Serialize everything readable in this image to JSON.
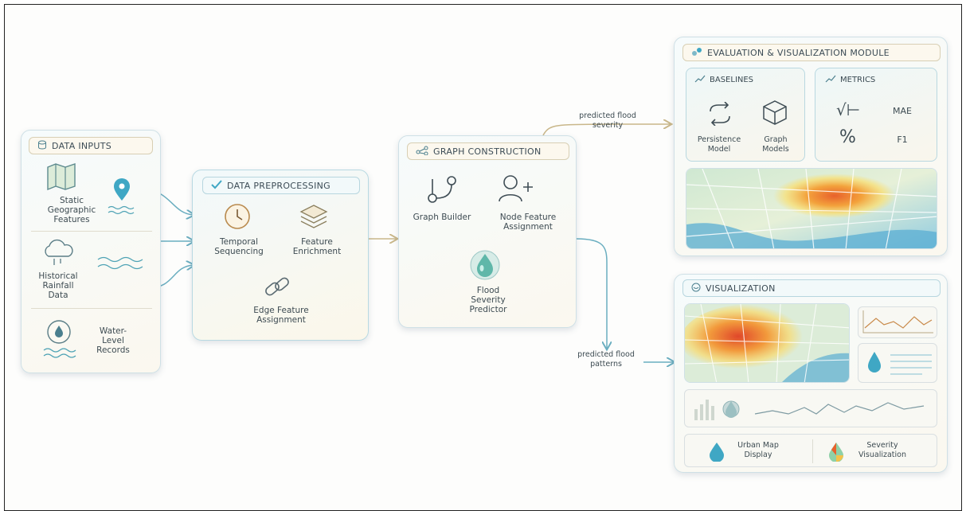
{
  "data_inputs": {
    "title": "DATA INPUTS",
    "items": [
      {
        "label": "Static\nGeographic\nFeatures"
      },
      {
        "label": "Historical\nRainfall\nData"
      },
      {
        "label": "Water-\nLevel\nRecords"
      }
    ]
  },
  "preprocessing": {
    "title": "DATA PREPROCESSING",
    "items": [
      {
        "label": "Temporal\nSequencing"
      },
      {
        "label": "Feature\nEnrichment"
      },
      {
        "label": "Edge Feature\nAssignment"
      }
    ]
  },
  "graph": {
    "title": "GRAPH CONSTRUCTION",
    "items": [
      {
        "label": "Graph Builder"
      },
      {
        "label": "Node Feature\nAssignment"
      },
      {
        "label": "Flood\nSeverity\nPredictor"
      }
    ]
  },
  "flows": {
    "severity": "predicted flood\nseverity",
    "patterns": "predicted flood\npatterns"
  },
  "evaluation": {
    "title": "EVALUATION & VISUALIZATION MODULE",
    "baselines": {
      "title": "BASELINES",
      "items": [
        "Persistence\nModel",
        "Graph\nModels"
      ]
    },
    "metrics": {
      "title": "METRICS",
      "items": [
        "MAE",
        "F1"
      ]
    }
  },
  "visualization": {
    "title": "VISUALIZATION",
    "items": [
      "Urban Map\nDisplay",
      "Severity\nVisualization"
    ]
  },
  "colors": {
    "accent": "#3fa7c4",
    "heat": "#e8612c",
    "border": "#cfe0e6"
  }
}
